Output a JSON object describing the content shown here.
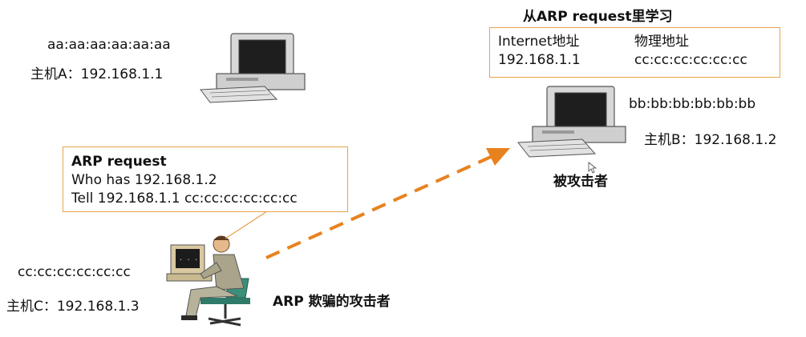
{
  "hostA": {
    "mac": "aa:aa:aa:aa:aa:aa",
    "label": "主机A：192.168.1.1"
  },
  "hostB": {
    "mac": "bb:bb:bb:bb:bb:bb",
    "label": "主机B：192.168.1.2",
    "role": "被攻击者"
  },
  "hostC": {
    "mac": "cc:cc:cc:cc:cc:cc",
    "label": "主机C：192.168.1.3",
    "role": "ARP 欺骗的攻击者"
  },
  "learn": {
    "title": "从ARP request里学习",
    "col1_header": "Internet地址",
    "col2_header": "物理地址",
    "col1_value": "192.168.1.1",
    "col2_value": "cc:cc:cc:cc:cc:cc"
  },
  "request": {
    "title": "ARP request",
    "line1": "Who has 192.168.1.2",
    "line2": "Tell  192.168.1.1 cc:cc:cc:cc:cc:cc"
  },
  "colors": {
    "arrow": "#e8821e",
    "box_border": "#e8a24a"
  }
}
